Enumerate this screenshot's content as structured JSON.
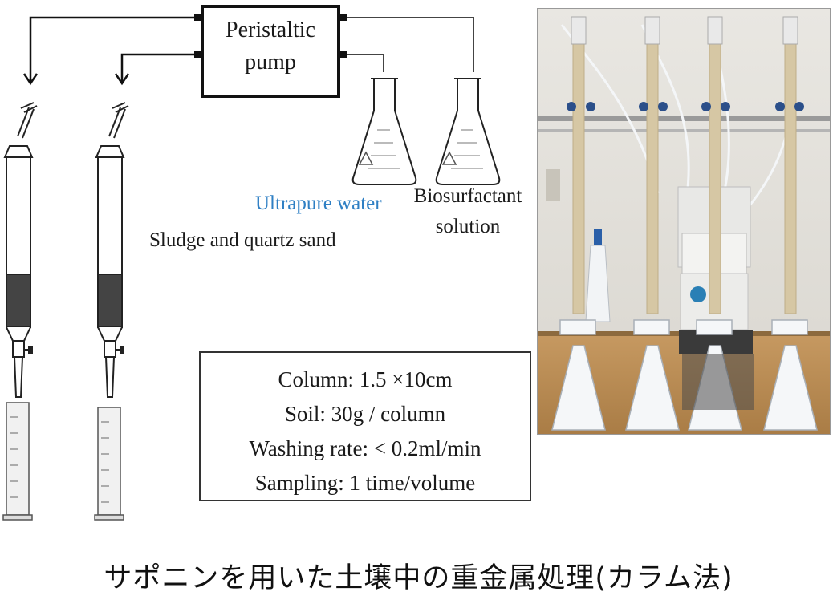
{
  "diagram": {
    "pump_label_line1": "Peristaltic",
    "pump_label_line2": "pump",
    "ultrapure_label": "Ultrapure water",
    "biosurfactant_line1": "Biosurfactant",
    "biosurfactant_line2": "solution",
    "sludge_label": "Sludge and quartz sand",
    "ultrapure_color": "#2e7fc4"
  },
  "specs": {
    "column": "Column:  1.5 ×10cm",
    "soil": "Soil: 30g / column",
    "washing_rate": "Washing rate: < 0.2ml/min",
    "sampling": "Sampling: 1 time/volume"
  },
  "caption": "サポニンを用いた土壌中の重金属処理(カラム法)"
}
